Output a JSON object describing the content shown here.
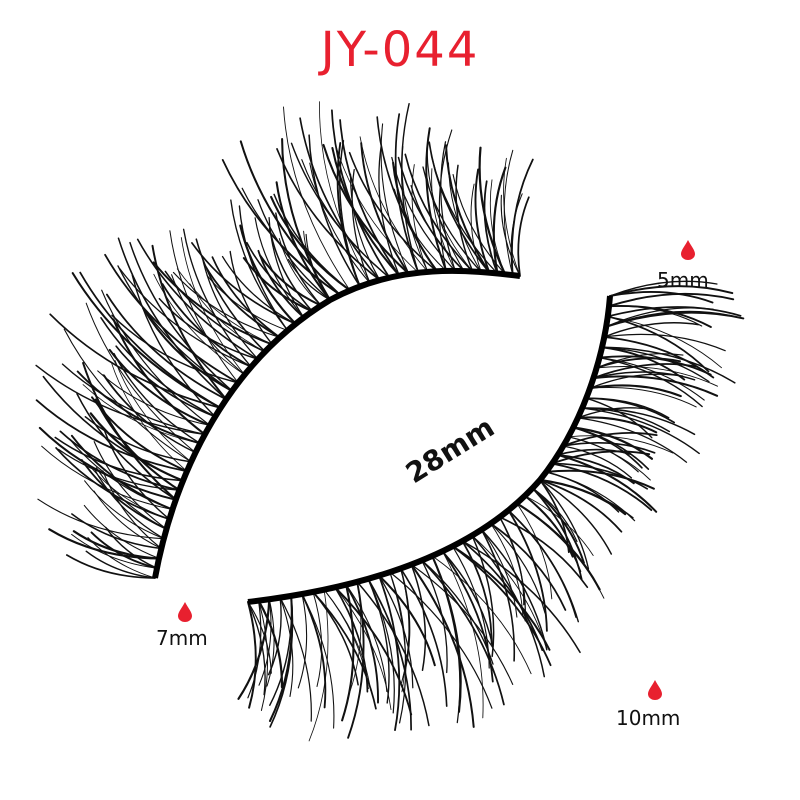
{
  "title": "JY-044",
  "center_length": "28mm",
  "markers": [
    {
      "label": "5mm"
    },
    {
      "label": "7mm"
    },
    {
      "label": "10mm"
    }
  ],
  "colors": {
    "title": "#e8202f",
    "drop": "#e8202f",
    "lash": "#111111"
  },
  "icons": {
    "drop": "drop-icon"
  }
}
